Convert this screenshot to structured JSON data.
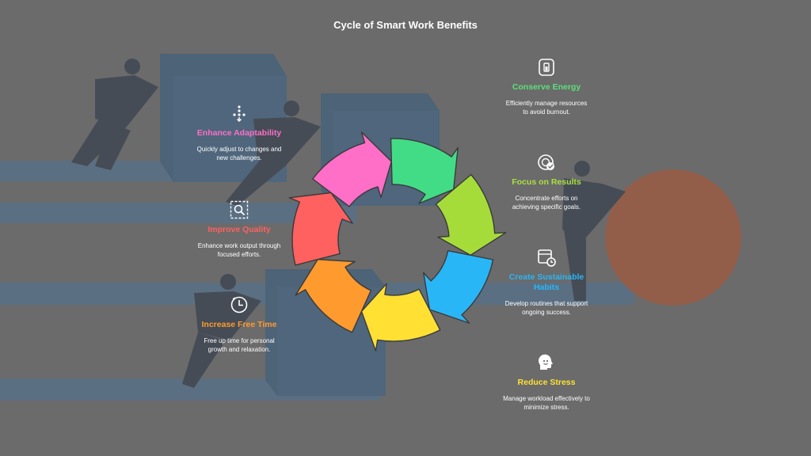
{
  "title": "Cycle of Smart Work Benefits",
  "benefits": [
    {
      "label": "Conserve Energy",
      "desc": "Efficiently manage resources to avoid burnout.",
      "color": "#5be07a",
      "icon": "battery-cycle-icon"
    },
    {
      "label": "Focus on Results",
      "desc": "Concentrate efforts on achieving specific goals.",
      "color": "#a9e040",
      "icon": "target-check-icon"
    },
    {
      "label": "Create Sustainable Habits",
      "desc": "Develop routines that support ongoing success.",
      "color": "#29b6f6",
      "icon": "calendar-clock-icon"
    },
    {
      "label": "Reduce Stress",
      "desc": "Manage workload effectively to minimize stress.",
      "color": "#ffe033",
      "icon": "smiling-head-icon"
    },
    {
      "label": "Increase Free Time",
      "desc": "Free up time for personal growth and relaxation.",
      "color": "#ff9a2e",
      "icon": "clock-icon"
    },
    {
      "label": "Improve Quality",
      "desc": "Enhance work output through focused efforts.",
      "color": "#ff6060",
      "icon": "magnify-frame-icon"
    },
    {
      "label": "Enhance Adaptability",
      "desc": "Quickly adjust to changes and new challenges.",
      "color": "#ff6ec7",
      "icon": "directions-icon"
    }
  ],
  "cycle_colors": [
    "#ff6ec7",
    "#43dc86",
    "#a6dc3a",
    "#29b6f6",
    "#ffe033",
    "#ff9a2e",
    "#ff6060"
  ]
}
